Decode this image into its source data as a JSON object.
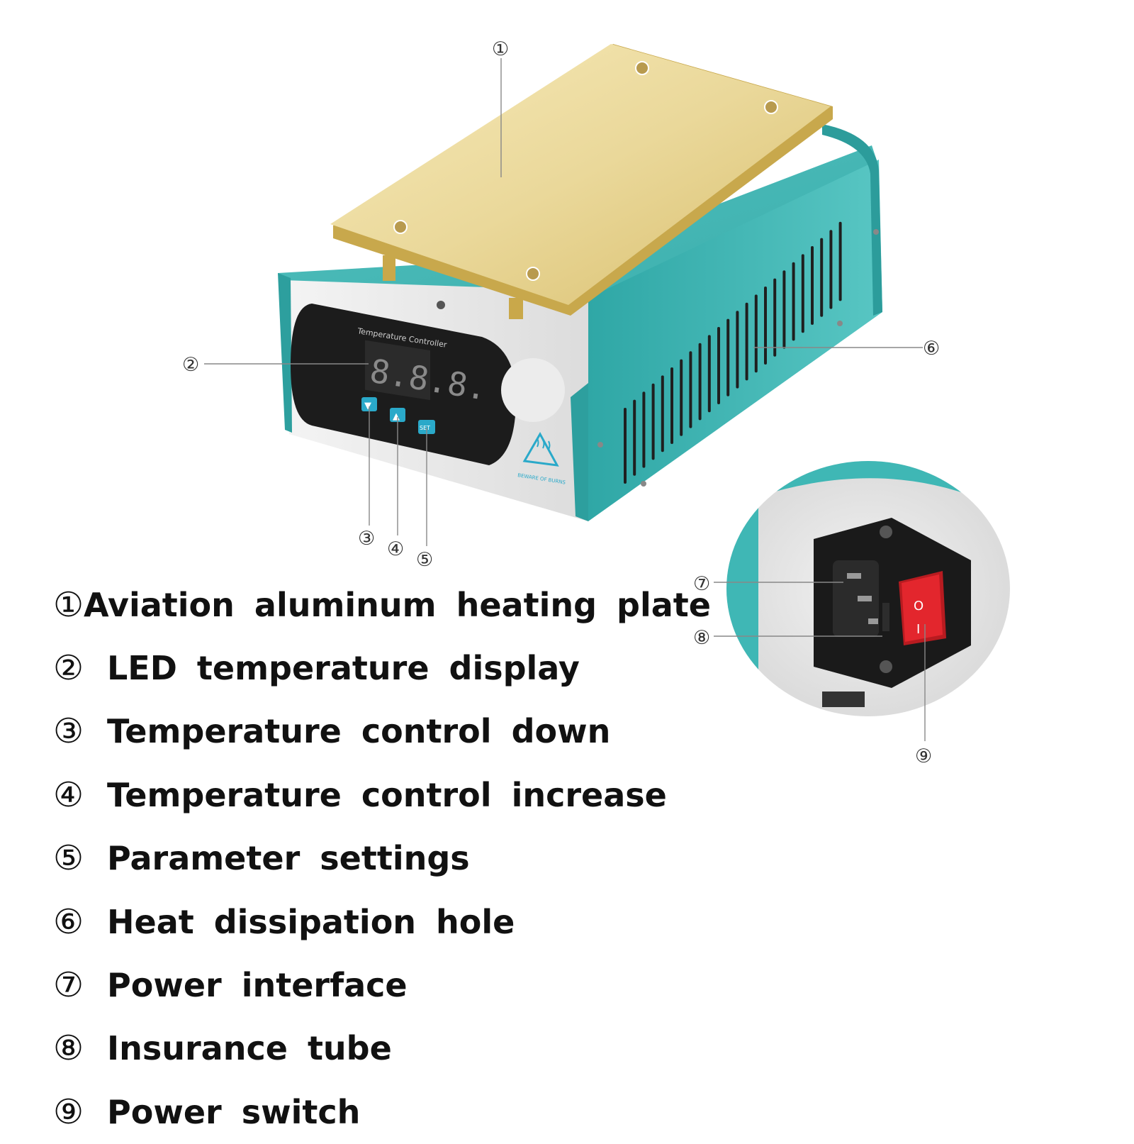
{
  "device": {
    "panel_title": "Temperature Controller",
    "display_value": "8.8.8.",
    "buttons": [
      {
        "label": "▼",
        "icon": "down-arrow-icon"
      },
      {
        "label": "▲",
        "icon": "up-arrow-icon"
      },
      {
        "label": "SET",
        "icon": "set-icon"
      }
    ],
    "warning_label": "BEWARE OF BURNS",
    "switch_marks": {
      "off": "O",
      "on": "I"
    }
  },
  "callouts": [
    "①",
    "②",
    "③",
    "④",
    "⑤",
    "⑥",
    "⑦",
    "⑧",
    "⑨"
  ],
  "legend": [
    {
      "num": "①",
      "text": "Aviation aluminum heating plate"
    },
    {
      "num": "②",
      "text": "LED temperature display"
    },
    {
      "num": "③",
      "text": "Temperature control down"
    },
    {
      "num": "④",
      "text": "Temperature control increase"
    },
    {
      "num": "⑤",
      "text": "Parameter settings"
    },
    {
      "num": "⑥",
      "text": "Heat dissipation hole"
    },
    {
      "num": "⑦",
      "text": "Power interface"
    },
    {
      "num": "⑧",
      "text": "Insurance tube"
    },
    {
      "num": "⑨",
      "text": "Power switch"
    }
  ],
  "colors": {
    "body_teal": "#3fb7b5",
    "plate_gold": "#e8d590",
    "panel_black": "#1c1c1c",
    "button_teal": "#2aa9c9",
    "switch_red": "#e3262d"
  }
}
